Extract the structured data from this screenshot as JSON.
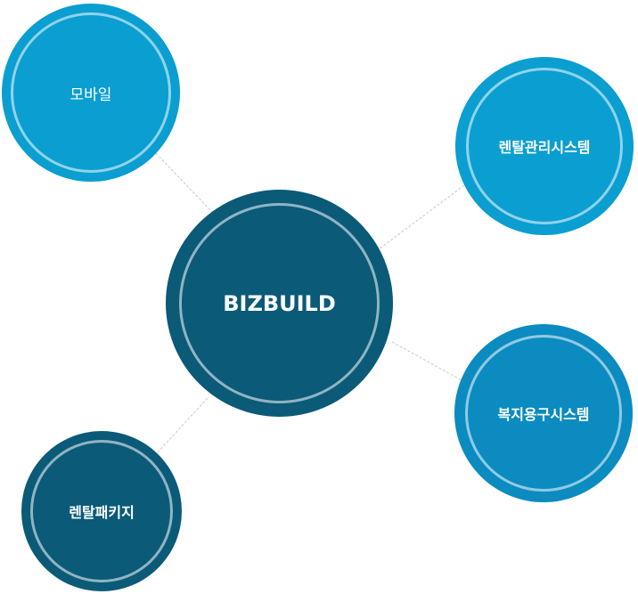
{
  "diagram": {
    "center": {
      "label": "BIZBUILD",
      "color": "#0a5a78"
    },
    "nodes": [
      {
        "id": "mobile",
        "label": "모바일",
        "color": "#0a9ed1",
        "bold": false
      },
      {
        "id": "rental-mgmt",
        "label": "렌탈관리시스템",
        "color": "#0a9ed1",
        "bold": true
      },
      {
        "id": "welfare",
        "label": "복지용구시스템",
        "color": "#0b8bc0",
        "bold": true
      },
      {
        "id": "rental-pkg",
        "label": "렌탈패키지",
        "color": "#0a5a78",
        "bold": true
      }
    ],
    "connector_color": "#c8c8c8"
  }
}
